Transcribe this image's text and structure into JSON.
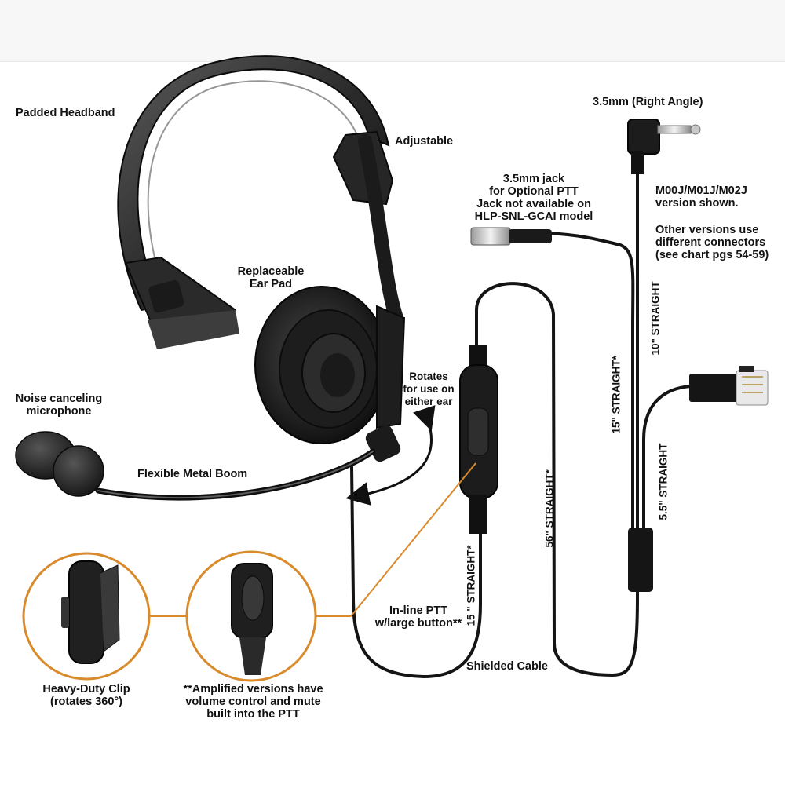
{
  "labels": {
    "padded_headband": "Padded Headband",
    "adjustable": "Adjustable",
    "replaceable_ear_pad_1": "Replaceable",
    "replaceable_ear_pad_2": "Ear Pad",
    "noise_mic_1": "Noise canceling",
    "noise_mic_2": "microphone",
    "flexible_boom": "Flexible Metal Boom",
    "rotates_1": "Rotates",
    "rotates_2": "for use on",
    "rotates_3": "either ear",
    "right_angle": "3.5mm (Right Angle)",
    "jack_1": "3.5mm jack",
    "jack_2": "for Optional PTT",
    "jack_3": "Jack not available on",
    "jack_4": "HLP-SNL-GCAI model",
    "version_1": "M00J/M01J/M02J",
    "version_2": "version shown.",
    "other_1": "Other versions use",
    "other_2": "different connectors",
    "other_3": "(see chart pgs 54-59)",
    "inline_ptt_1": "In-line PTT",
    "inline_ptt_2": "w/large button**",
    "shielded_cable": "Shielded Cable",
    "clip_1": "Heavy-Duty Clip",
    "clip_2": "(rotates 360°)",
    "amplified_1": "**Amplified versions have",
    "amplified_2": "volume control and mute",
    "amplified_3": "built into the PTT"
  },
  "cable_lengths": {
    "ten_straight": "10\" STRAIGHT",
    "fifteen_straight_right": "15\" STRAIGHT*",
    "five_five_straight": "5.5\" STRAIGHT",
    "fifty_six_straight": "56\" STRAIGHT*",
    "fifteen_straight_left": "15 \" STRAIGHT*"
  },
  "colors": {
    "accent_orange": "#d98a2b",
    "cable": "#141414"
  }
}
